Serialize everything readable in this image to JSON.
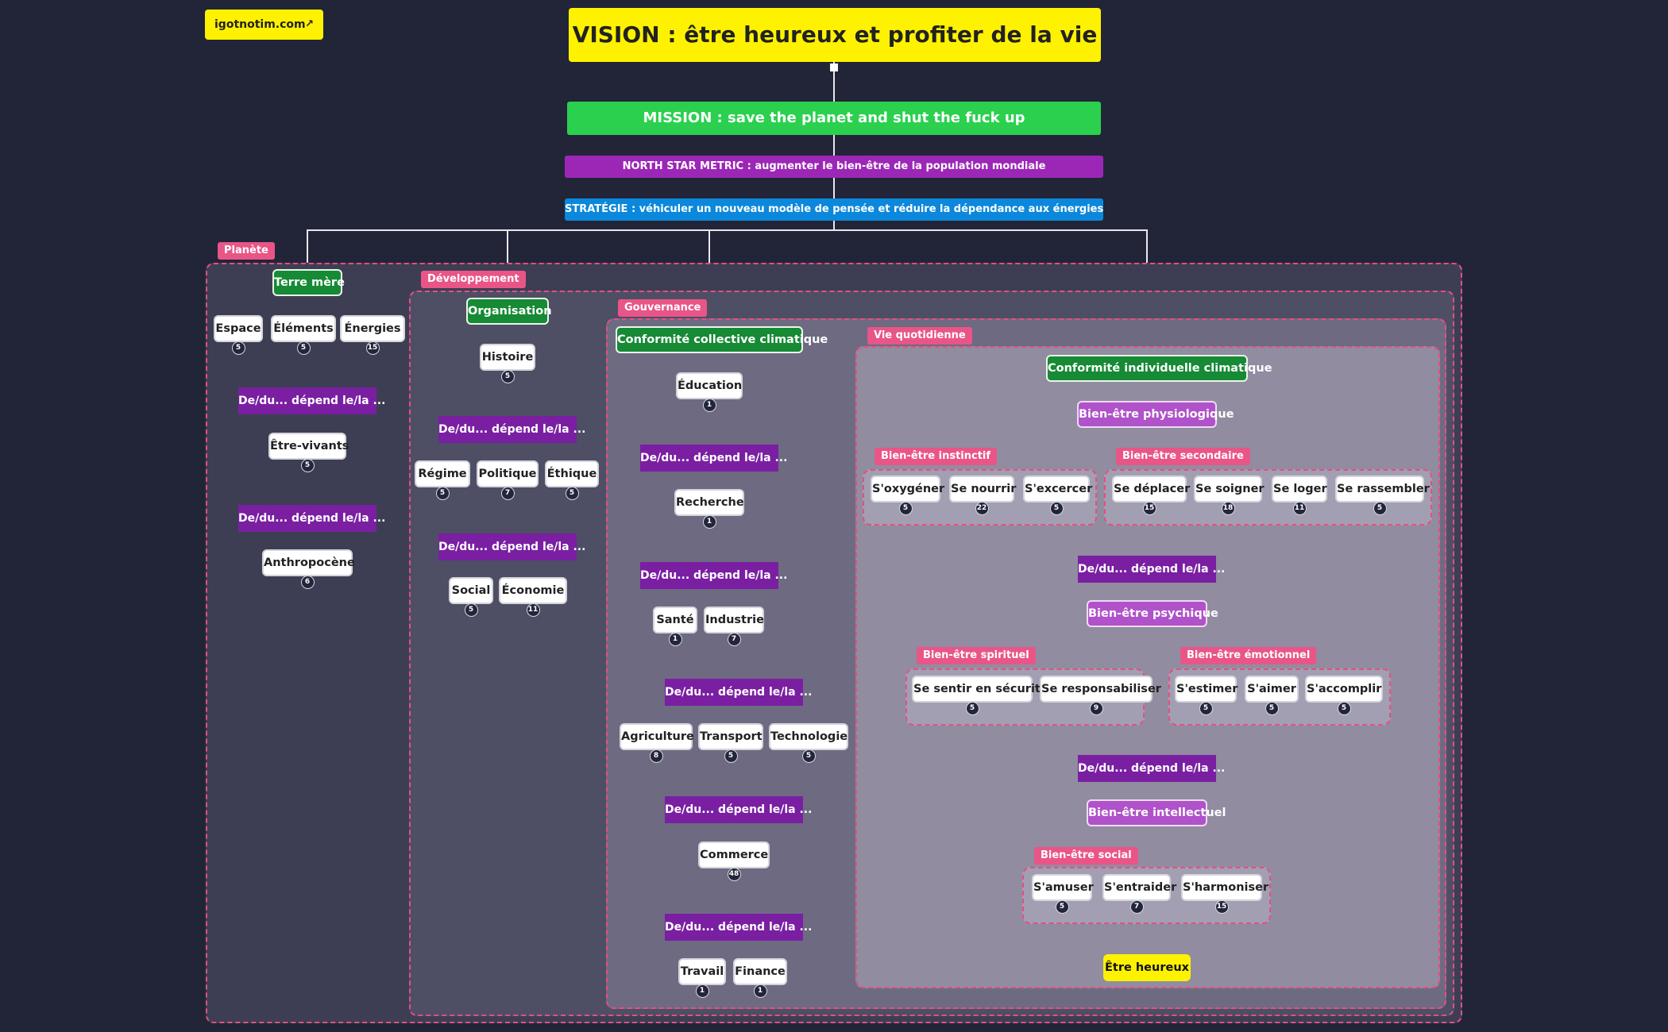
{
  "link": {
    "label": "igotnotim.com",
    "icon": "external-link-icon"
  },
  "vision": "VISION : être heureux et profiter de la vie",
  "mission": "MISSION : save the planet and shut the fuck up",
  "north_star": "NORTH STAR METRIC : augmenter le bien-être de la population mondiale",
  "strategy": "STRATÉGIE : véhiculer un nouveau modèle de pensée et réduire la dépendance aux énergies",
  "depends_label": "De/du... dépend le/la ...",
  "groups": {
    "planete": "Planète",
    "developpement": "Développement",
    "gouvernance": "Gouvernance",
    "vie_quotidienne": "Vie quotidienne",
    "instinctif": "Bien-être instinctif",
    "secondaire": "Bien-être secondaire",
    "spirituel": "Bien-être spirituel",
    "emotionnel": "Bien-être émotionnel",
    "social": "Bien-être social"
  },
  "planete": {
    "root": "Terre mère",
    "level1": [
      {
        "label": "Espace",
        "count": "5"
      },
      {
        "label": "Éléments",
        "count": "5"
      },
      {
        "label": "Énergies",
        "count": "15"
      }
    ],
    "vivants": {
      "label": "Être-vivants",
      "count": "5"
    },
    "anthropocene": {
      "label": "Anthropocène",
      "count": "6"
    }
  },
  "developpement": {
    "root": "Organisation",
    "histoire": {
      "label": "Histoire",
      "count": "5"
    },
    "level2": [
      {
        "label": "Régime",
        "count": "5"
      },
      {
        "label": "Politique",
        "count": "7"
      },
      {
        "label": "Éthique",
        "count": "5"
      }
    ],
    "level3": [
      {
        "label": "Social",
        "count": "5"
      },
      {
        "label": "Économie",
        "count": "11"
      }
    ]
  },
  "gouvernance": {
    "root": "Conformité collective climatique",
    "education": {
      "label": "Éducation",
      "count": "1"
    },
    "recherche": {
      "label": "Recherche",
      "count": "1"
    },
    "level3": [
      {
        "label": "Santé",
        "count": "1"
      },
      {
        "label": "Industrie",
        "count": "7"
      }
    ],
    "level4": [
      {
        "label": "Agriculture",
        "count": "8"
      },
      {
        "label": "Transport",
        "count": "5"
      },
      {
        "label": "Technologie",
        "count": "5"
      }
    ],
    "commerce": {
      "label": "Commerce",
      "count": "48"
    },
    "level6": [
      {
        "label": "Travail",
        "count": "1"
      },
      {
        "label": "Finance",
        "count": "1"
      }
    ]
  },
  "vie": {
    "root": "Conformité individuelle climatique",
    "physiologique": "Bien-être physiologique",
    "instinctif": [
      {
        "label": "S'oxygéner",
        "count": "5"
      },
      {
        "label": "Se nourrir",
        "count": "22"
      },
      {
        "label": "S'excercer",
        "count": "5"
      }
    ],
    "secondaire": [
      {
        "label": "Se déplacer",
        "count": "15"
      },
      {
        "label": "Se soigner",
        "count": "18"
      },
      {
        "label": "Se loger",
        "count": "11"
      },
      {
        "label": "Se rassembler",
        "count": "5"
      }
    ],
    "psychique": "Bien-être psychique",
    "spirituel": [
      {
        "label": "Se sentir en sécurité",
        "count": "5"
      },
      {
        "label": "Se responsabiliser",
        "count": "9"
      }
    ],
    "emotionnel": [
      {
        "label": "S'estimer",
        "count": "5"
      },
      {
        "label": "S'aimer",
        "count": "5"
      },
      {
        "label": "S'accomplir",
        "count": "5"
      }
    ],
    "intellectuel": "Bien-être intellectuel",
    "social": [
      {
        "label": "S'amuser",
        "count": "5"
      },
      {
        "label": "S'entraider",
        "count": "7"
      },
      {
        "label": "S'harmoniser",
        "count": "15"
      }
    ],
    "final": "Être heureux"
  },
  "colors": {
    "background": "#222538",
    "vision": "#fff200",
    "mission": "#2ad04e",
    "north_star": "#9c27b6",
    "strategy": "#0b88db",
    "group_border": "#e54f82",
    "tag": "#e95587",
    "green_node": "#168a34",
    "purple_node": "#7a1fa2",
    "lilac_node": "#b052c9"
  }
}
